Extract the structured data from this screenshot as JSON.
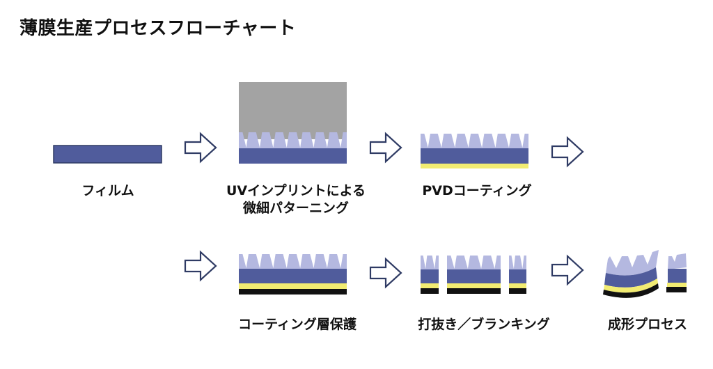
{
  "title": "薄膜生産プロセスフローチャート",
  "steps": [
    {
      "lines": [
        "フィルム"
      ]
    },
    {
      "lines": [
        "UVインプリントによる",
        "微細パターニング"
      ]
    },
    {
      "lines": [
        "PVDコーティング"
      ]
    },
    {
      "lines": [
        "コーティング層保護"
      ]
    },
    {
      "lines": [
        "打抜き／ブランキング"
      ]
    },
    {
      "lines": [
        "成形プロセス"
      ]
    }
  ],
  "colors": {
    "film": "#505c9c",
    "microstructure": "#b4b8e0",
    "mold": "#a3a3a3",
    "coating": "#f2ec72",
    "protective_layer": "#111111",
    "arrow_stroke": "#2f3b64",
    "outline": "#2f3b64"
  },
  "icons": [
    "right-arrow-outline-icon"
  ]
}
